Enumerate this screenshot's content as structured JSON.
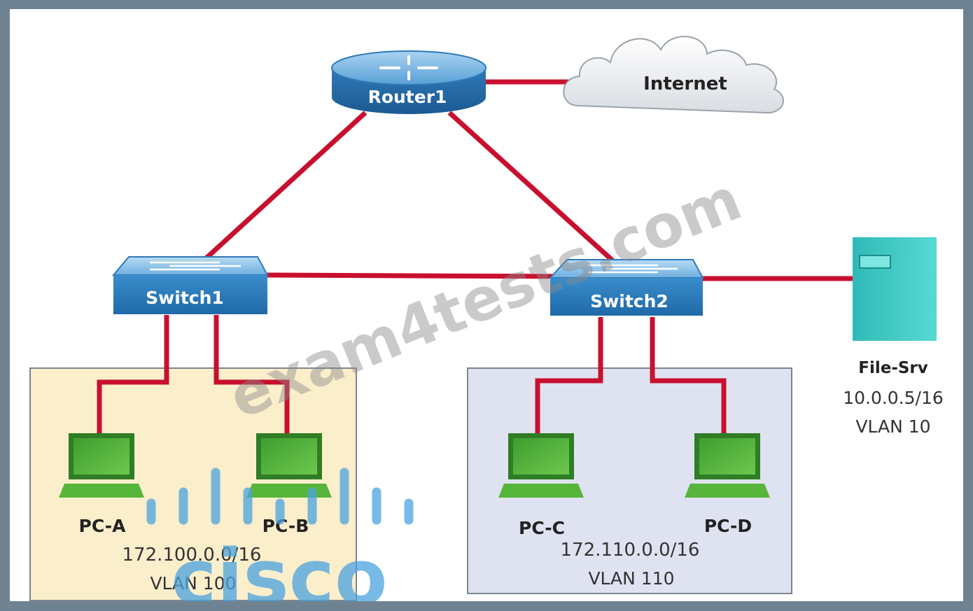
{
  "nodes": {
    "router1": {
      "label": "Router1"
    },
    "internet": {
      "label": "Internet"
    },
    "switch1": {
      "label": "Switch1"
    },
    "switch2": {
      "label": "Switch2"
    },
    "file_srv": {
      "label": "File-Srv",
      "ip": "10.0.0.5/16",
      "vlan": "VLAN 10"
    },
    "pc_a": {
      "label": "PC-A"
    },
    "pc_b": {
      "label": "PC-B"
    },
    "pc_c": {
      "label": "PC-C"
    },
    "pc_d": {
      "label": "PC-D"
    }
  },
  "vlans": {
    "vlan100": {
      "network": "172.100.0.0/16",
      "name": "VLAN 100"
    },
    "vlan110": {
      "network": "172.110.0.0/16",
      "name": "VLAN 110"
    }
  },
  "watermark": {
    "text": "exam4tests.com"
  },
  "logo": {
    "text": "cisco"
  },
  "colors": {
    "link": "#c8102e",
    "device_blue": "#2f7ab8",
    "pc_green": "#5cbf3c",
    "server_teal": "#3cc9c5",
    "vlan100_bg": "#fbeecb",
    "vlan110_bg": "#dfe3f1"
  }
}
